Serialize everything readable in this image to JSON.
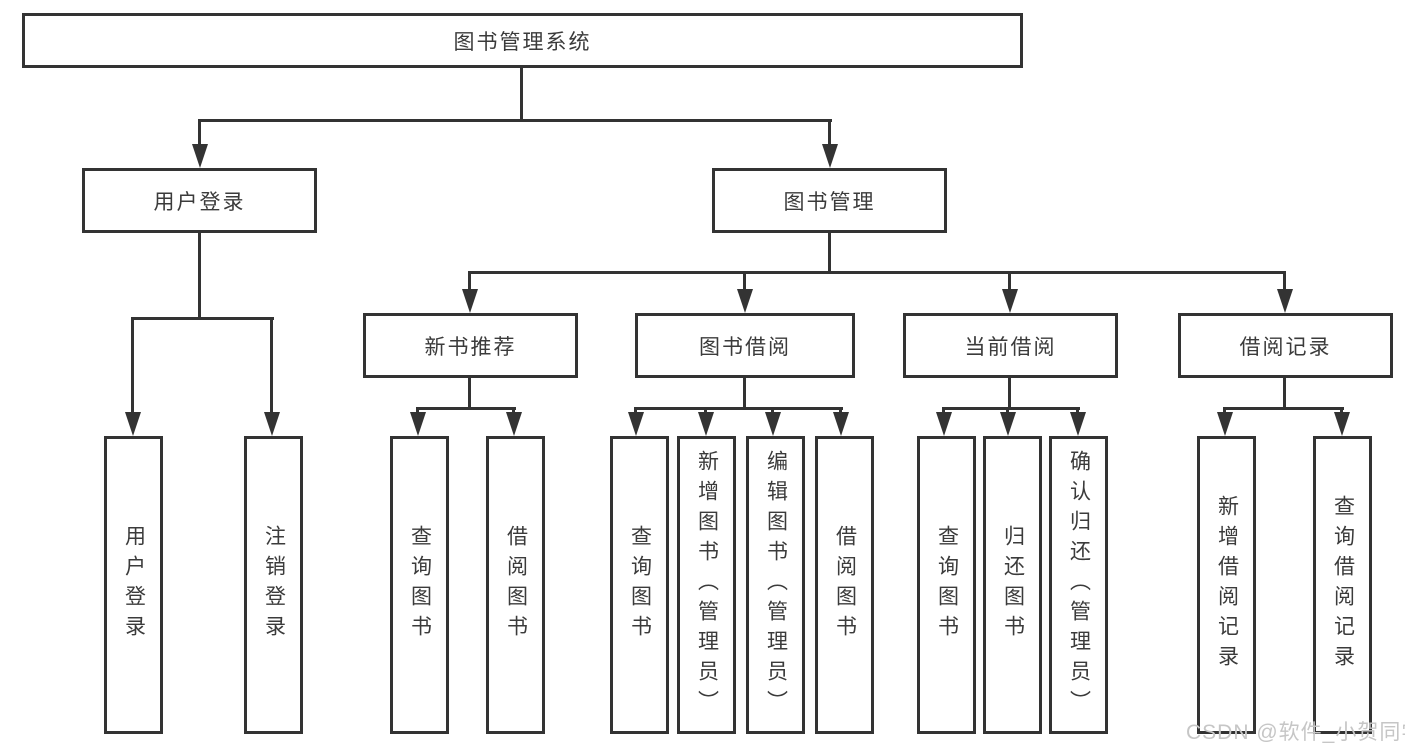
{
  "tree": {
    "root": {
      "label": "图书管理系统",
      "children": [
        {
          "label": "用户登录",
          "children": [
            {
              "label": "用户登录"
            },
            {
              "label": "注销登录"
            }
          ]
        },
        {
          "label": "图书管理",
          "children": [
            {
              "label": "新书推荐",
              "children": [
                {
                  "label": "查询图书"
                },
                {
                  "label": "借阅图书"
                }
              ]
            },
            {
              "label": "图书借阅",
              "children": [
                {
                  "label": "查询图书"
                },
                {
                  "label": "新增图书（管理员）"
                },
                {
                  "label": "编辑图书（管理员）"
                },
                {
                  "label": "借阅图书"
                }
              ]
            },
            {
              "label": "当前借阅",
              "children": [
                {
                  "label": "查询图书"
                },
                {
                  "label": "归还图书"
                },
                {
                  "label": "确认归还（管理员）"
                }
              ]
            },
            {
              "label": "借阅记录",
              "children": [
                {
                  "label": "新增借阅记录"
                },
                {
                  "label": "查询借阅记录"
                }
              ]
            }
          ]
        }
      ]
    }
  },
  "watermark": {
    "text": "CSDN @软件_小贺同学"
  },
  "colors": {
    "line": "#333333",
    "text": "#3b3b3b",
    "watermark": "#c6c6c6"
  }
}
